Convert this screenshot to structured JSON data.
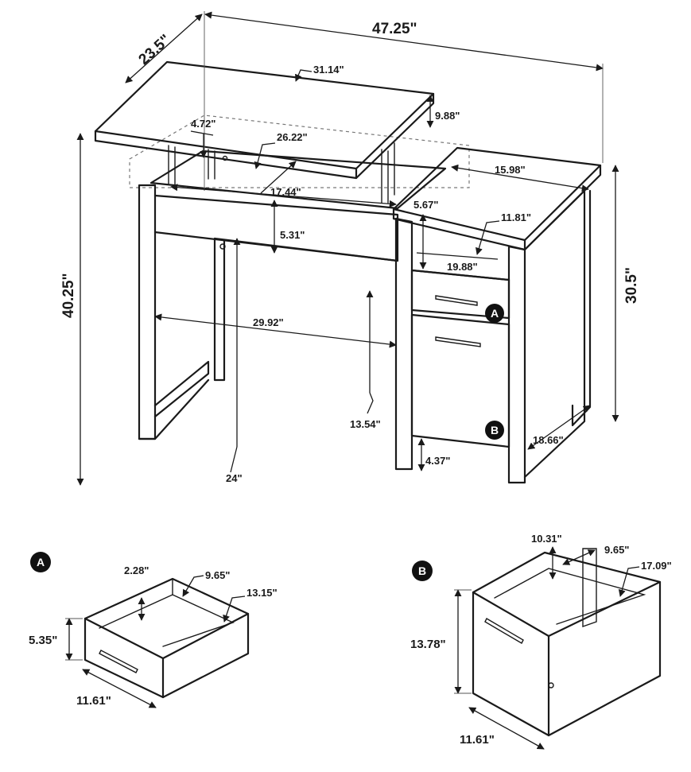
{
  "main": {
    "dims": {
      "overall_width": "47.25\"",
      "overall_depth": "23.5\"",
      "overall_height": "40.25\"",
      "desk_height": "30.5\"",
      "lift_top_width": "31.14\"",
      "lift_height": "9.88\"",
      "lift_gap": "4.72\"",
      "inner_width": "26.22\"",
      "compartment_width": "17.44\"",
      "compartment_depth": "5.31\"",
      "knee_width": "29.92\"",
      "knee_height": "24\"",
      "knee_depth": "13.54\"",
      "side_top": "15.98\"",
      "shelf_height": "5.67\"",
      "shelf_width": "11.81\"",
      "shelf_depth": "19.88\"",
      "side_depth": "18.66\"",
      "floor_clear": "4.37\""
    },
    "badge_a": "A",
    "badge_b": "B"
  },
  "drawer_a": {
    "badge": "A",
    "height": "5.35\"",
    "width": "11.61\"",
    "inner_height": "2.28\"",
    "inner_width": "9.65\"",
    "inner_depth": "13.15\""
  },
  "drawer_b": {
    "badge": "B",
    "height": "13.78\"",
    "width": "11.61\"",
    "inner_height": "10.31\"",
    "inner_width": "9.65\"",
    "inner_depth": "17.09\""
  }
}
